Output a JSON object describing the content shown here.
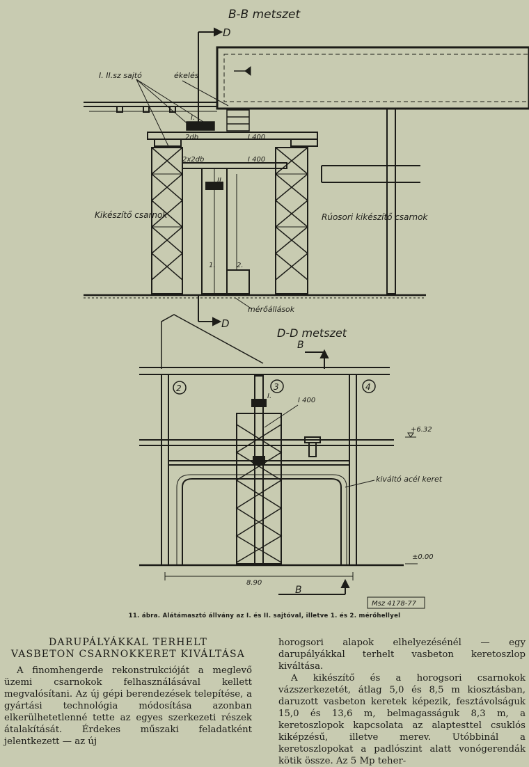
{
  "figure": {
    "section_bb": "B-B metszet",
    "section_dd": "D-D metszet",
    "label_jacks": "I. II.sz sajtó",
    "label_wedging": "ékelés",
    "label_2db": "2db",
    "label_i400_top": "I 400",
    "label_2x2db": "2x2db",
    "label_i400_mid": "I 400",
    "label_kikeszito": "Kikészítő csarnok",
    "label_ruosori": "Rúosori kikészítő csarnok",
    "label_merohelyek": "mérőállások",
    "label_d_top": "D",
    "label_d_bottom": "D",
    "label_b_top": "B",
    "label_b_bottom": "B",
    "label_i_small": "I.",
    "label_i_small2": "I.",
    "label_ii_small": "II.",
    "label_2_small": "2.",
    "label_1_small": "1.",
    "col_2": "2",
    "col_3": "3",
    "col_4": "4",
    "label_i400_dd": "I 400",
    "level_632": "+6.32",
    "label_kivalto": "kiváltó acél keret",
    "level_000": "±0.00",
    "dim_890": "8.90",
    "ref": "Msz 4178-77"
  },
  "caption": "11. ábra. Alátámasztó állvány az I. és II. sajtóval, illetve 1. és 2. mérőhellyel",
  "article": {
    "heading_line1": "DARUPÁLYÁKKAL TERHELT",
    "heading_line2": "VASBETON CSARNOKKERET KIVÁLTÁSA",
    "para1": "A finomhengerde rekonstrukcióját a meglevő üzemi csarnokok felhasználásával kellett megvalósítani. Az új gépi berendezések telepítése, a gyártási technológia módosítása azonban elkerülhetetlenné tette az egyes szerkezeti részek átalakítását. Érdekes műszaki feladatként jelentkezett — az új",
    "para2_cont": "horogsori alapok elhelyezésénél — egy darupályákkal terhelt vasbeton keretoszlop kiváltása.",
    "para3": "A kikészítő és a horogsori csarnokok vázszerkezetét, átlag 5,0 és 8,5 m kiosztásban, daruzott vasbeton keretek képezik, fesztávolságuk 15,0 és 13,6 m, belmagasságuk 8,3 m, a keretoszlopok kapcsolata az alaptesttel csuklós kiképzésű, illetve merev. Utóbbinál a keretoszlopokat a padlószint alatt vonógerendák kötik össze. Az 5 Mp teher-"
  }
}
